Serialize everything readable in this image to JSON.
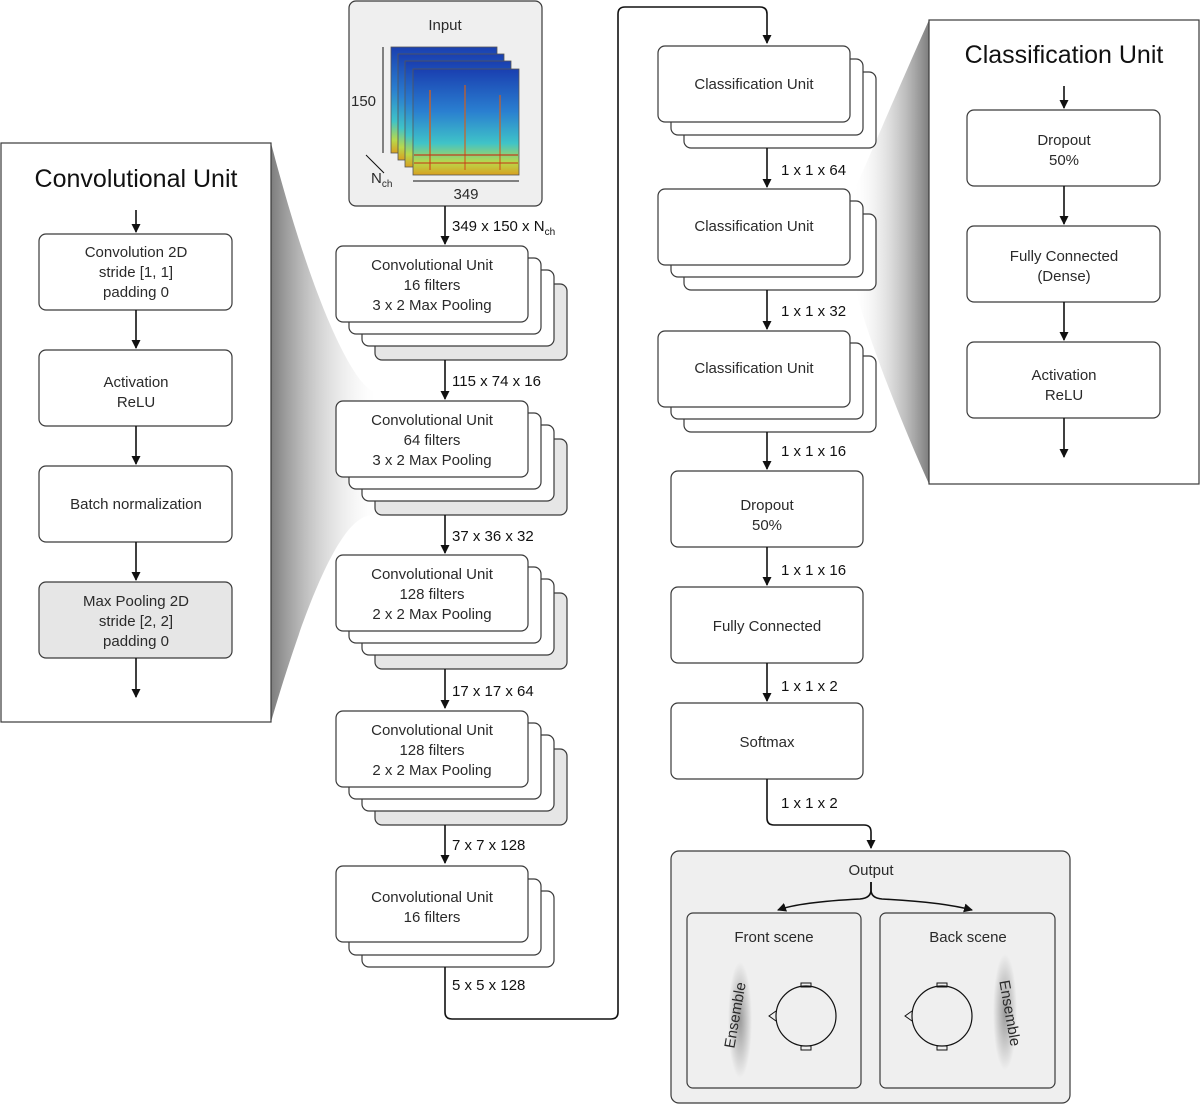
{
  "conv_panel": {
    "title": "Convolutional Unit",
    "steps": [
      [
        "Convolution 2D",
        "stride [1, 1]",
        "padding 0"
      ],
      [
        "Activation",
        "ReLU"
      ],
      [
        "Batch normalization"
      ],
      [
        "Max Pooling 2D",
        "stride [2, 2]",
        "padding 0"
      ]
    ]
  },
  "input": {
    "label": "Input",
    "height_label": "150",
    "width_label": "349",
    "channels_label": "N",
    "channels_sub": "ch"
  },
  "left_column": {
    "dims": [
      "349 x 150 x N",
      "115 x 74 x 16",
      "37 x 36 x 32",
      "17 x 17 x 64",
      "7 x 7 x 128",
      "5 x 5 x 128"
    ],
    "dim0_sub": "ch",
    "units": [
      [
        "Convolutional Unit",
        "16 filters",
        "3 x 2 Max Pooling"
      ],
      [
        "Convolutional Unit",
        "64 filters",
        "3 x 2 Max Pooling"
      ],
      [
        "Convolutional Unit",
        "128 filters",
        "2 x 2 Max Pooling"
      ],
      [
        "Convolutional Unit",
        "128 filters",
        "2 x 2 Max Pooling"
      ],
      [
        "Convolutional Unit",
        "16 filters"
      ]
    ]
  },
  "right_column": {
    "class_units": [
      "Classification Unit",
      "Classification Unit",
      "Classification Unit"
    ],
    "dims": [
      "1 x 1 x 64",
      "1 x 1 x 32",
      "1 x 1 x 16",
      "1 x 1 x 16",
      "1 x 1 x 2",
      "1 x 1 x 2"
    ],
    "dropout": [
      "Dropout",
      "50%"
    ],
    "fully_connected": "Fully Connected",
    "softmax": "Softmax"
  },
  "class_panel": {
    "title": "Classification Unit",
    "steps": [
      [
        "Dropout",
        "50%"
      ],
      [
        "Fully Connected",
        "(Dense)"
      ],
      [
        "Activation",
        "ReLU"
      ]
    ]
  },
  "output": {
    "label": "Output",
    "front": "Front scene",
    "back": "Back scene",
    "ensemble": "Ensemble"
  }
}
